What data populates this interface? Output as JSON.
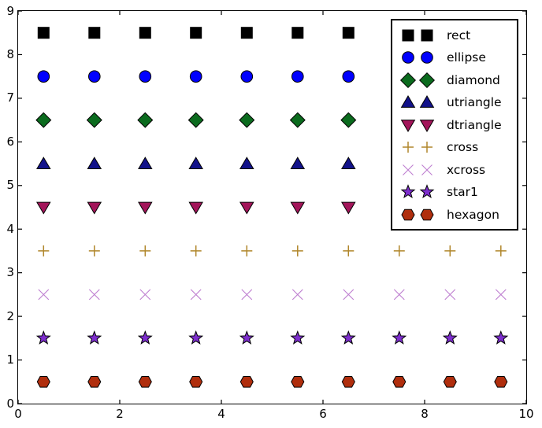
{
  "chart_data": {
    "type": "scatter",
    "title": "",
    "xlabel": "",
    "ylabel": "",
    "xlim": [
      0,
      10
    ],
    "ylim": [
      0,
      9
    ],
    "xticks": [
      0,
      2,
      4,
      6,
      8,
      10
    ],
    "yticks": [
      0,
      1,
      2,
      3,
      4,
      5,
      6,
      7,
      8,
      9
    ],
    "grid": false,
    "legend_position": "upper right",
    "legend_points_per_entry": 2,
    "x": [
      0.5,
      1.5,
      2.5,
      3.5,
      4.5,
      5.5,
      6.5,
      7.5,
      8.5,
      9.5
    ],
    "series": [
      {
        "name": "rect",
        "shape": "rect",
        "color": "#000000",
        "y": 8.5
      },
      {
        "name": "ellipse",
        "shape": "ellipse",
        "color": "#0000ff",
        "y": 7.5
      },
      {
        "name": "diamond",
        "shape": "diamond",
        "color": "#0b6b1e",
        "y": 6.5
      },
      {
        "name": "utriangle",
        "shape": "utriangle",
        "color": "#12128a",
        "y": 5.5
      },
      {
        "name": "dtriangle",
        "shape": "dtriangle",
        "color": "#a3155a",
        "y": 4.5
      },
      {
        "name": "cross",
        "shape": "cross",
        "color": "#b0862b",
        "y": 3.5
      },
      {
        "name": "xcross",
        "shape": "xcross",
        "color": "#be7ed0",
        "y": 2.5
      },
      {
        "name": "star1",
        "shape": "star1",
        "color": "#7d2ecd",
        "y": 1.5
      },
      {
        "name": "hexagon",
        "shape": "hexagon",
        "color": "#b02e0d",
        "y": 0.5
      }
    ],
    "colors": {
      "axis": "#000000",
      "background": "#ffffff",
      "legend_border": "#000000"
    }
  }
}
